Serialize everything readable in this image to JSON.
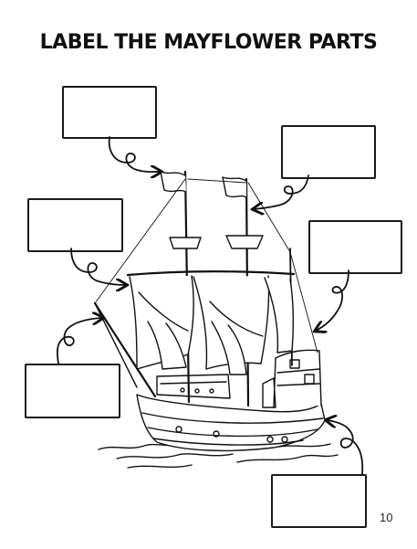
{
  "worksheet": {
    "title": "LABEL THE MAYFLOWER PARTS",
    "page_number": "10"
  },
  "label_boxes": [
    {
      "id": "top-left",
      "value": ""
    },
    {
      "id": "top-right",
      "value": ""
    },
    {
      "id": "middle-left",
      "value": ""
    },
    {
      "id": "middle-right",
      "value": ""
    },
    {
      "id": "bottom-left",
      "value": ""
    },
    {
      "id": "bottom-right",
      "value": ""
    }
  ]
}
